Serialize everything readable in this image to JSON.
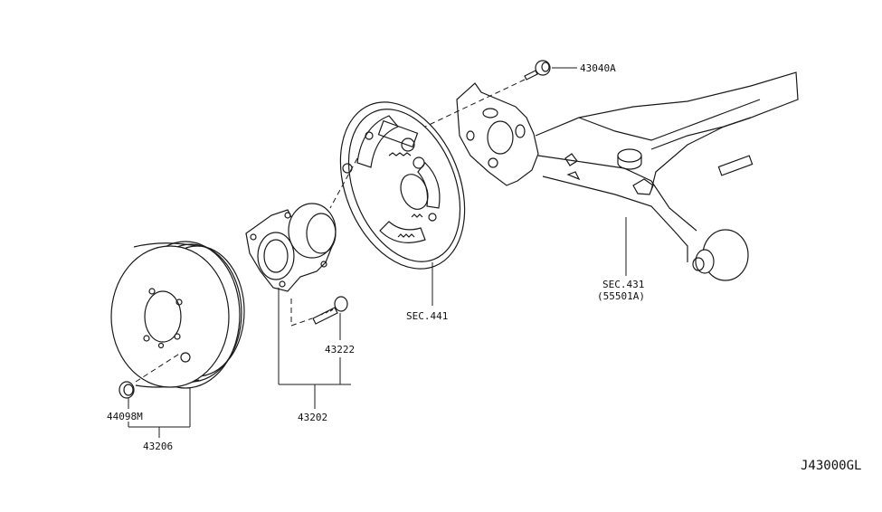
{
  "diagram": {
    "diagram_code": "J43000GL",
    "parts": [
      {
        "number": "43040A",
        "description": "bolt"
      },
      {
        "number": "43222",
        "description": "wheel stud"
      },
      {
        "number": "43202",
        "description": "rear wheel hub assembly"
      },
      {
        "number": "44098M",
        "description": "cap / plug"
      },
      {
        "number": "43206",
        "description": "brake drum"
      }
    ],
    "references": [
      {
        "label": "SEC.441"
      },
      {
        "label": "SEC.431",
        "sublabel": "(55501A)"
      }
    ]
  },
  "colors": {
    "line": "#1a1a1a",
    "background": "#ffffff"
  }
}
